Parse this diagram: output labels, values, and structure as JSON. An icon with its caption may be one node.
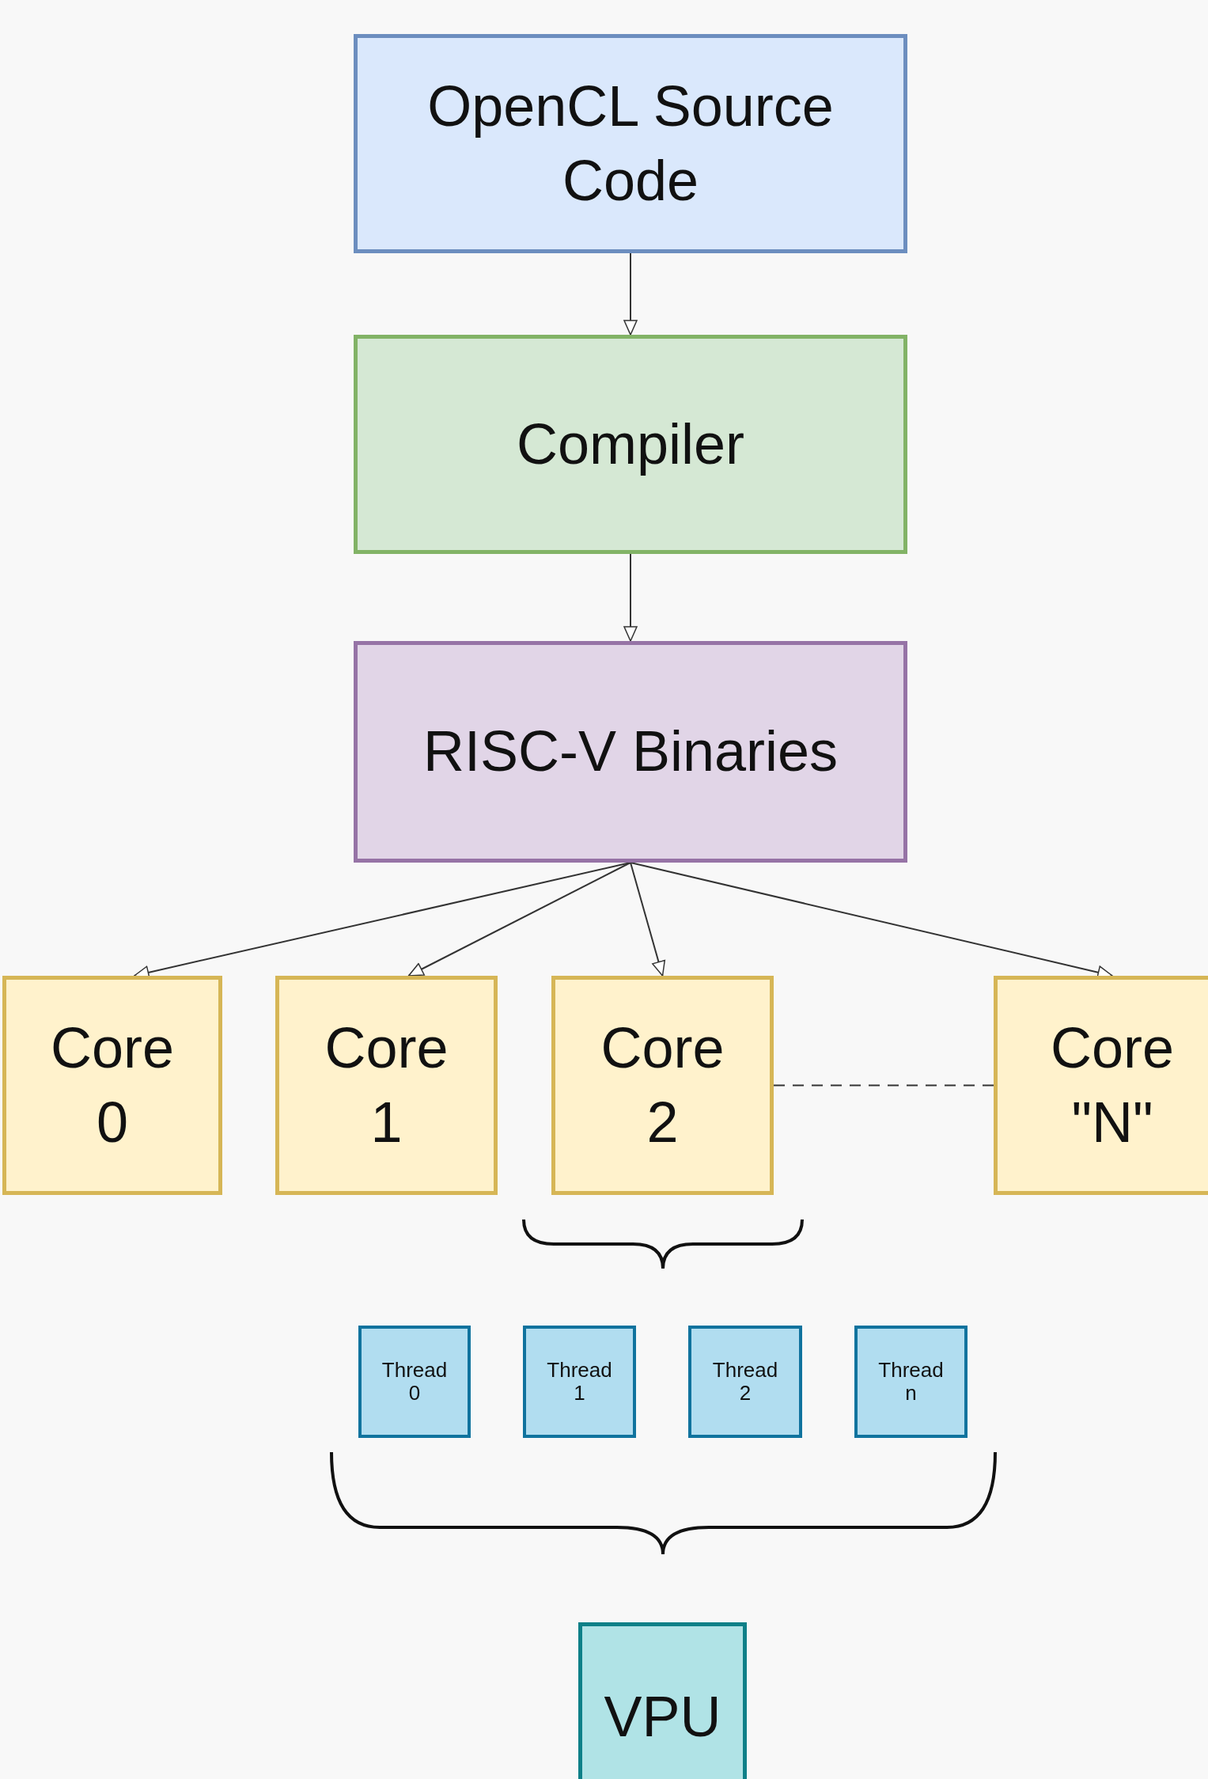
{
  "diagram": {
    "nodes": [
      {
        "text": [
          "OpenCL Source Code"
        ]
      },
      {
        "text": [
          "Compiler"
        ]
      },
      {
        "text": [
          "RISC-V Binaries"
        ]
      },
      {
        "text": [
          "Core 0"
        ]
      },
      {
        "text": [
          "Core 1"
        ]
      },
      {
        "text": [
          "Core 2"
        ]
      },
      {
        "text": [
          "Core \"N\""
        ]
      },
      {
        "text": [
          "Thread 0"
        ]
      },
      {
        "text": [
          "Thread 1"
        ]
      },
      {
        "text": [
          "Thread 2"
        ]
      },
      {
        "text": [
          "Thread n"
        ]
      },
      {
        "text": [
          "VPU"
        ]
      }
    ],
    "edges": [
      {
        "from": 0,
        "to": 1,
        "arrow": "to"
      },
      {
        "from": 1,
        "to": 2,
        "arrow": "to"
      },
      {
        "from": 2,
        "to": 3,
        "arrow": "to"
      },
      {
        "from": 2,
        "to": 4,
        "arrow": "to"
      },
      {
        "from": 2,
        "to": 5,
        "arrow": "to"
      },
      {
        "from": 2,
        "to": 6,
        "arrow": "to"
      },
      {
        "from": 5,
        "to": 6,
        "arrow": "none",
        "style": "dashed"
      }
    ]
  }
}
